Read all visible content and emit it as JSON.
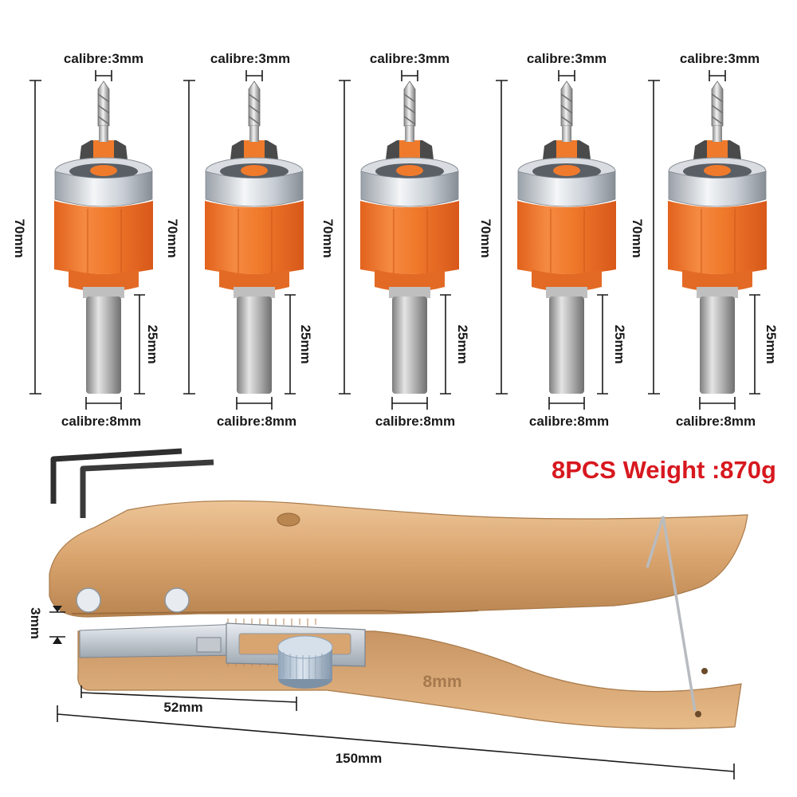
{
  "product": {
    "weight_label": "8PCS Weight :870g",
    "accent_color": "#d7191f",
    "bit_collar_color": "#f07a2c",
    "tool_color": "#d9a36d"
  },
  "bits": [
    {
      "top_calibre": "calibre:3mm",
      "length": "70mm",
      "shank_length": "25mm",
      "bottom_calibre": "calibre:8mm"
    },
    {
      "top_calibre": "calibre:3mm",
      "length": "70mm",
      "shank_length": "25mm",
      "bottom_calibre": "calibre:8mm"
    },
    {
      "top_calibre": "calibre:3mm",
      "length": "70mm",
      "shank_length": "25mm",
      "bottom_calibre": "calibre:8mm"
    },
    {
      "top_calibre": "calibre:3mm",
      "length": "70mm",
      "shank_length": "25mm",
      "bottom_calibre": "calibre:8mm"
    },
    {
      "top_calibre": "calibre:3mm",
      "length": "70mm",
      "shank_length": "25mm",
      "bottom_calibre": "calibre:8mm"
    }
  ],
  "tool": {
    "gap_label": "3mm",
    "slot_label": "52mm",
    "length_label": "150mm",
    "size_stamp": "8mm"
  }
}
